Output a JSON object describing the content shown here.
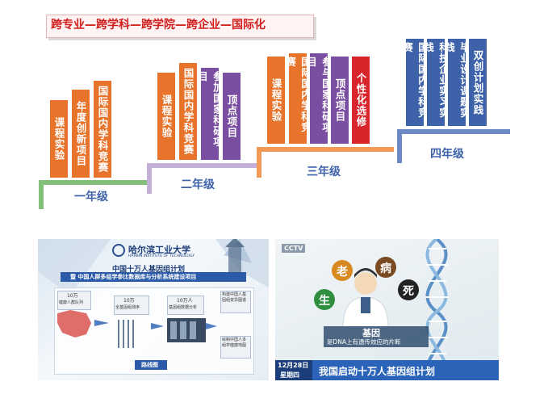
{
  "banner": {
    "text": "跨专业—跨学科—跨学院—跨企业—国际化"
  },
  "grades": [
    {
      "label": "一年级",
      "color": "#3e62a9",
      "step_color": "#82c07a",
      "items": [
        {
          "text": "课程实验",
          "color": "#e8732a"
        },
        {
          "text": "年度创新项目",
          "color": "#e8732a"
        },
        {
          "text": "国际国内学科竞赛",
          "color": "#e8732a"
        }
      ]
    },
    {
      "label": "二年级",
      "color": "#3e62a9",
      "step_color": "#c4b0d6",
      "items": [
        {
          "text": "课程实验",
          "color": "#e8732a"
        },
        {
          "text": "国际国内学科竞赛",
          "color": "#e8732a"
        },
        {
          "text": "参加国家科研项目",
          "color": "#7a4ea0"
        },
        {
          "text": "顶点项目",
          "color": "#7a4ea0"
        }
      ]
    },
    {
      "label": "三年级",
      "color": "#3e62a9",
      "step_color": "#f19a57",
      "items": [
        {
          "text": "课程实验",
          "color": "#e8732a"
        },
        {
          "text": "国际国内学科竞赛",
          "color": "#e8732a"
        },
        {
          "text": "参与国家科研项目",
          "color": "#7a4ea0"
        },
        {
          "text": "顶点项目",
          "color": "#7a4ea0"
        },
        {
          "text": "个性化选修",
          "color": "#d8252b"
        }
      ]
    },
    {
      "label": "四年级",
      "color": "#3e62a9",
      "step_color": "#6d89c4",
      "items": [
        {
          "text": "国际国内学科竞赛",
          "color": "#3e62a9"
        },
        {
          "text": "科技企业实习实践",
          "color": "#3e62a9"
        },
        {
          "text": "毕业设计课题实践",
          "color": "#3e62a9"
        },
        {
          "text": "双创计划实践",
          "color": "#3e62a9"
        }
      ]
    }
  ],
  "photo_left": {
    "logo_text": "哈尔滨工业大学",
    "logo_sub": "HARBIN INSTITUTE OF TECHNOLOGY",
    "title": "中国十万人基因组计划",
    "subtitle": "暨 中国人群多组学参比数据库与分析系统建设项目",
    "steps": [
      {
        "num": "10万",
        "label": "健康人群队列"
      },
      {
        "num": "10万",
        "label": "全基因组测序"
      },
      {
        "num": "10万人",
        "label": "基因组数据分析"
      }
    ],
    "right_boxes": [
      "构建中国人基因组变异图谱",
      "绘制中国人多组学健康地图"
    ],
    "route_label": "路线图"
  },
  "photo_right": {
    "channel": "CCTV",
    "bubbles": [
      "生",
      "老",
      "病",
      "死"
    ],
    "gene_title": "基因",
    "gene_desc": "是DNA上有遗传效应的片断",
    "date": "12月28日",
    "weekday": "星期四",
    "headline": "我国启动十万人基因组计划"
  }
}
